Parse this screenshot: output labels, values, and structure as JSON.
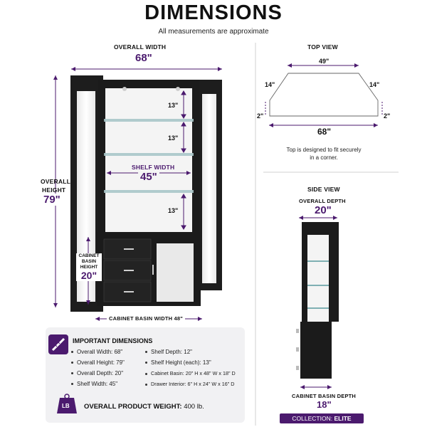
{
  "header": {
    "title": "DIMENSIONS",
    "subtitle": "All measurements are approximate"
  },
  "front": {
    "overall_width_label": "OVERALL WIDTH",
    "overall_width_value": "68\"",
    "overall_height_label_1": "OVERALL",
    "overall_height_label_2": "HEIGHT",
    "overall_height_value": "79\"",
    "shelf_height_1": "13\"",
    "shelf_height_2": "13\"",
    "shelf_height_3": "13\"",
    "shelf_width_label": "SHELF WIDTH",
    "shelf_width_value": "45\"",
    "cabinet_basin_height_label_1": "CABINET",
    "cabinet_basin_height_label_2": "BASIN",
    "cabinet_basin_height_label_3": "HEIGHT",
    "cabinet_basin_height_value": "20\"",
    "cabinet_basin_width_label": "CABINET BASIN WIDTH 48\""
  },
  "top_view": {
    "label": "TOP VIEW",
    "top_value": "49\"",
    "left_side": "14\"",
    "right_side": "14\"",
    "left_edge": "2\"",
    "right_edge": "2\"",
    "bottom_value": "68\"",
    "note": "Top is designed to fit securely in a corner."
  },
  "side_view": {
    "label": "SIDE VIEW",
    "overall_depth_label": "OVERALL DEPTH",
    "overall_depth_value": "20\"",
    "cabinet_basin_depth_label": "CABINET BASIN DEPTH",
    "cabinet_basin_depth_value": "18\""
  },
  "important": {
    "title": "IMPORTANT DIMENSIONS",
    "left_items": [
      "Overall Width:  68\"",
      "Overall Height:  79\"",
      "Overall Depth:  20\"",
      "Shelf Width:  45\""
    ],
    "right_items": [
      "Shelf Depth:  12\"",
      "Shelf Height (each):  13\"",
      "Cabinet Basin:  20\" H x 48\" W x 18\" D",
      "Drawer Interior:  6\" H x 24\" W x 16\" D"
    ],
    "weight_badge": "LB",
    "weight_label": "OVERALL PRODUCT WEIGHT:",
    "weight_value": "400 lb."
  },
  "collection": {
    "label": "COLLECTION:",
    "name": "ELITE"
  },
  "colors": {
    "accent": "#4b1a6e",
    "furniture": "#1b1b1b",
    "panel": "#f1f1f3"
  }
}
